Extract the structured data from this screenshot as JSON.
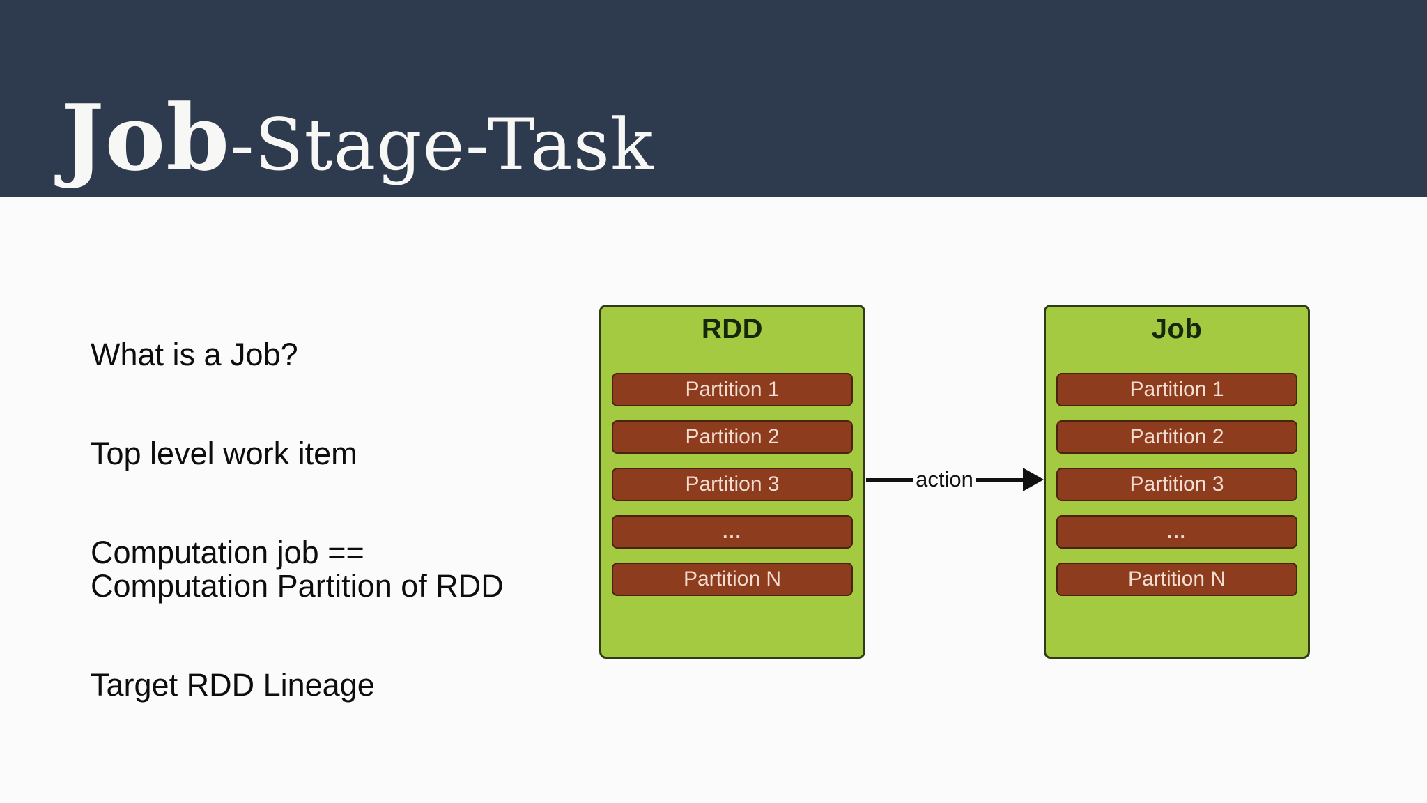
{
  "title": {
    "emphasis": "Job",
    "rest": "-Stage-Task"
  },
  "bullets": [
    "What is a Job?",
    "Top level work item",
    "Computation job ==\nComputation Partition of RDD",
    "Target RDD Lineage"
  ],
  "diagram": {
    "rdd": {
      "title": "RDD",
      "partitions": [
        "Partition 1",
        "Partition 2",
        "Partition 3",
        "...",
        "Partition N"
      ]
    },
    "job": {
      "title": "Job",
      "partitions": [
        "Partition 1",
        "Partition 2",
        "Partition 3",
        "...",
        "Partition N"
      ]
    },
    "arrow_label": "action"
  },
  "colors": {
    "header_bg": "#2e3a4d",
    "slide_bg": "#fbfbfc",
    "title_text": "#f7f7f5",
    "body_text": "#0d0d0d",
    "box_green": "#a3ca40",
    "box_border": "#2f3a16",
    "box_title_text": "#16270b",
    "partition_bg": "#8e3c1e",
    "partition_border": "#4a2210",
    "partition_text": "#f2ddd2",
    "arrow_color": "#111111"
  }
}
